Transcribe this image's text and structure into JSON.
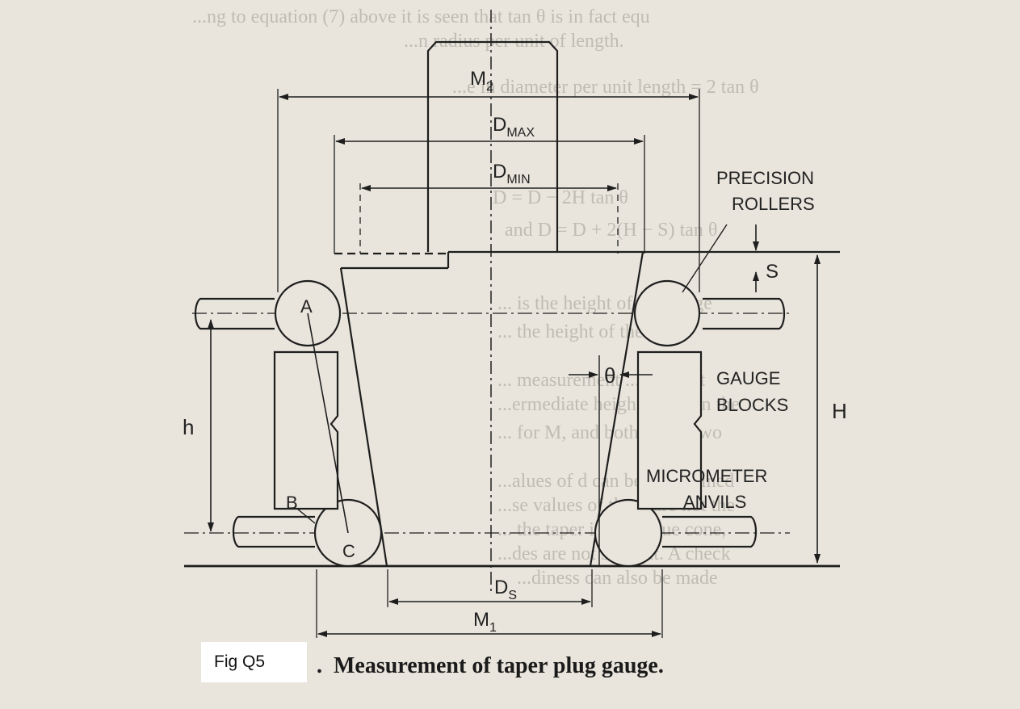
{
  "labels": {
    "m2": "M",
    "m2_sub": "2",
    "dmax": "D",
    "dmax_sub": "MAX",
    "dmin": "D",
    "dmin_sub": "MIN",
    "precision_1": "PRECISION",
    "precision_2": "ROLLERS",
    "s": "S",
    "a": "A",
    "b": "B",
    "c": "C",
    "h_small": "h",
    "h_big": "H",
    "theta": "θ",
    "gauge_1": "GAUGE",
    "gauge_2": "BLOCKS",
    "micro_1": "MICROMETER",
    "micro_2": "ANVILS",
    "ds": "D",
    "ds_sub": "S",
    "m1": "M",
    "m1_sub": "1"
  },
  "caption": {
    "fig_ref": "Fig Q5",
    "dot": ".",
    "title": "Measurement of taper plug gauge."
  },
  "background_text": [
    "...ng to equation (7) above it is seen that tan θ is in fact equ",
    "...n radius per unit of length.",
    "...e in diameter per unit length = 2 tan θ",
    "D    = D  − 2H tan θ",
    "and D    = D  + 2(H − S) tan θ",
    "... is the height of the gauge",
    "... the height of the slip",
    "... measurement ... taken at",
    "...ermediate height between the",
    "... for M, and both of the two",
    "...alues of d can be determined",
    "...se values of these are not the",
    "... the taper is not a true cone,",
    "...des are not straight. A check",
    "...diness can also be made"
  ],
  "colors": {
    "paper": "#e9e5dc",
    "ink": "#1e1e1e",
    "faded_ink": "#8e8b84"
  }
}
